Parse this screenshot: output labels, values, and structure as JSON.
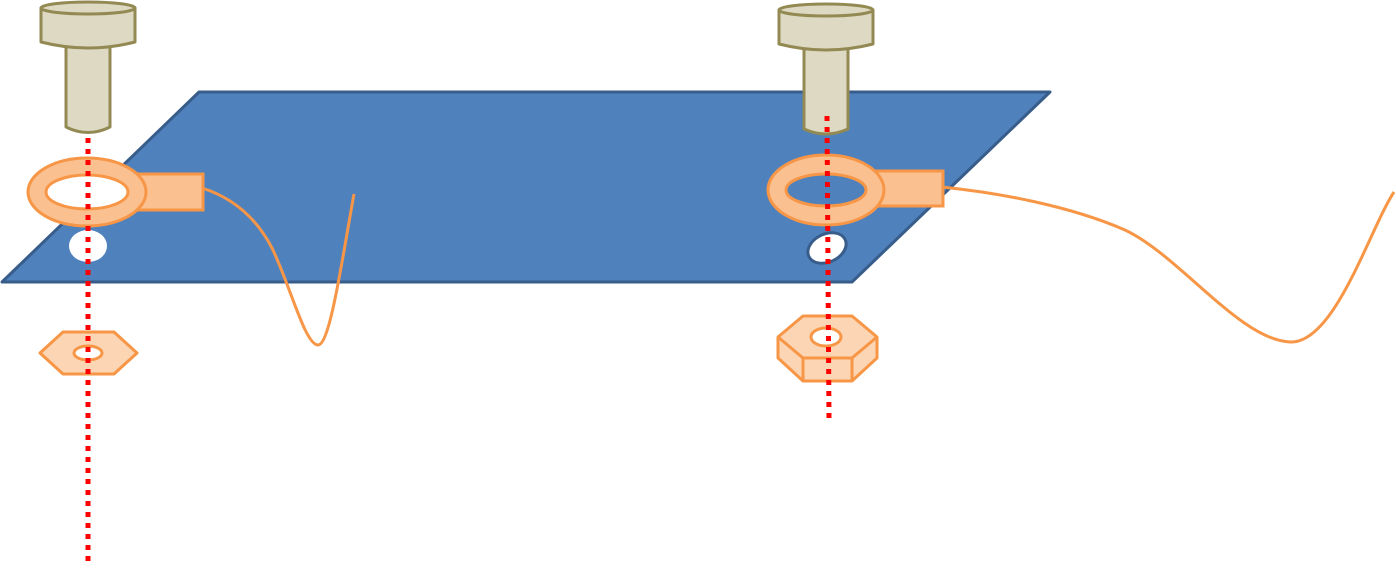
{
  "diagram": {
    "colors": {
      "background": "#ffffff",
      "plate_fill": "#4f81bd",
      "plate_stroke": "#385d8a",
      "screw_fill": "#ddd9c3",
      "screw_stroke": "#938953",
      "terminal_fill": "#fac090",
      "terminal_stroke": "#f79646",
      "nut_fill": "#fcd5b4",
      "axis_line": "#ff0000"
    },
    "assemblies": [
      {
        "name": "left-assembly",
        "parts": [
          "screw-icon",
          "ring-terminal-icon",
          "plate-hole",
          "flat-nut-icon",
          "wire"
        ]
      },
      {
        "name": "right-assembly",
        "parts": [
          "screw-icon",
          "ring-terminal-icon",
          "plate-hole",
          "hex-nut-icon",
          "wire"
        ]
      }
    ]
  }
}
